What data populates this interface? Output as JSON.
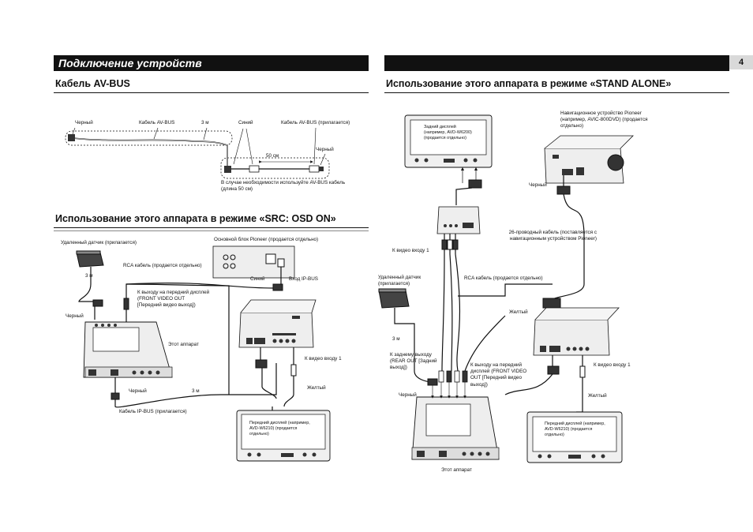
{
  "header": {
    "section_title": "Подключение устройств",
    "page_number": "4"
  },
  "av_bus": {
    "heading": "Кабель AV-BUS",
    "labels": {
      "black_left": "Черный",
      "av_bus_cable": "Кабель AV-BUS",
      "three_m": "3 м",
      "blue": "Синий",
      "av_bus_included": "Кабель AV-BUS (прилагается)",
      "black_right": "Черный",
      "fifty_cm": "50 см",
      "note": "В случае необходимости используйте AV-BUS кабель (длина 50 см)"
    }
  },
  "osd_on": {
    "heading": "Использование этого аппарата в режиме «SRC: OSD ON»",
    "labels": {
      "remote_sensor": "Удаленный датчик (прилагается)",
      "head_unit": "Основной блок Pioneer (продается отдельно)",
      "three_m_a": "3 м",
      "rca_cable": "RCA кабель (продается отдельно)",
      "blue": "Синий",
      "ip_bus_in": "Вход IP-BUS",
      "front_video_out": "К выходу на передний дисплей (FRONT VIDEO OUT [Передний видео выход])",
      "black_a": "Черный",
      "this_unit": "Этот аппарат",
      "video_in_1": "К видео входу 1",
      "yellow": "Желтый",
      "black_b": "Черный",
      "three_m_b": "3 м",
      "ip_bus_cable": "Кабель IP-BUS (прилагается)",
      "front_display": "Передний дисплей (например, AVD-W6210) (продается отдельно)"
    }
  },
  "stand_alone": {
    "heading": "Использование этого аппарата в режиме «STAND ALONE»",
    "labels": {
      "rear_display": "Задний дисплей (например, AVD-W6200) (продается отдельно)",
      "nav_unit": "Навигационное устройство Pioneer (например, AVIC-800DVD) (продается отдельно)",
      "black_nav": "Черный",
      "cable_26": "26-проводный кабель (поставляется с навигационным устройством Pioneer)",
      "video_in_1_left": "К видео входу 1",
      "remote_sensor": "Удаленный датчик (прилагается)",
      "rca_cable": "RCA кабель (продается отдельно)",
      "yellow_a": "Желтый",
      "three_m": "3 м",
      "rear_out": "К заднему выходу (REAR OUT [Задний выход])",
      "front_video_out": "К выходу на передний дисплей (FRONT VIDEO OUT [Передний видео выход])",
      "video_in_1_right": "К видео входу 1",
      "black": "Черный",
      "yellow_b": "Желтый",
      "this_unit": "Этот аппарат",
      "front_display": "Передний дисплей (например, AVD-W6210) (продается отдельно)"
    }
  },
  "colors": {
    "header_bar": "#111111",
    "page_tab": "#d9d9d9",
    "device_fill": "#e6e6e6",
    "device_dark": "#333333"
  }
}
